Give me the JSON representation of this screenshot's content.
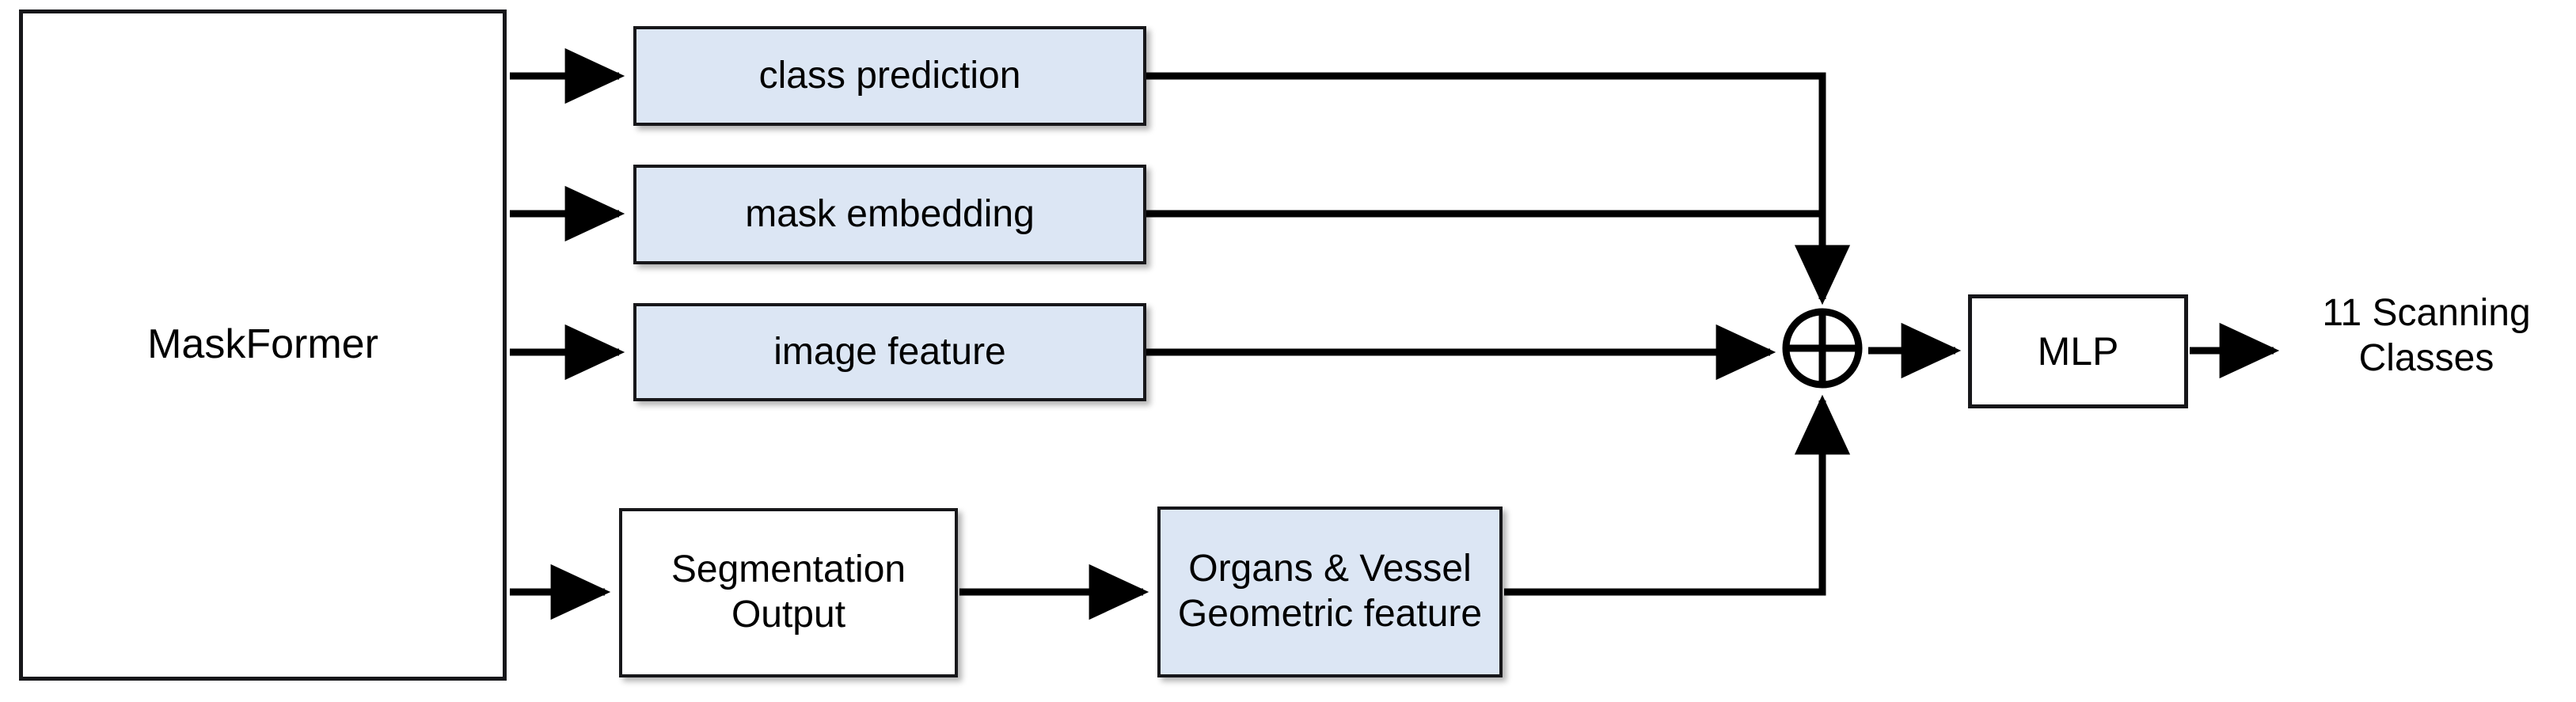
{
  "diagram": {
    "title": "MaskFormer scanning-class prediction pipeline",
    "background_color": "#ffffff",
    "accent_fill": "#dce6f4",
    "stroke_color": "#17171a",
    "nodes": {
      "maskformer": {
        "label": "MaskFormer",
        "fill": "white"
      },
      "class_prediction": {
        "label": "class prediction",
        "fill": "#dce6f4"
      },
      "mask_embedding": {
        "label": "mask embedding",
        "fill": "#dce6f4"
      },
      "image_feature": {
        "label": "image feature",
        "fill": "#dce6f4"
      },
      "segmentation_output": {
        "label": "Segmentation\nOutput",
        "fill": "white"
      },
      "geometric_feature": {
        "label": "Organs & Vessel\nGeometric feature",
        "fill": "#dce6f4"
      },
      "mlp": {
        "label": "MLP",
        "fill": "white"
      },
      "sum_operator": {
        "label": "⊕",
        "name": "element-wise-sum"
      },
      "output_classes": {
        "label": "11 Scanning\nClasses"
      }
    },
    "edges": [
      {
        "from": "maskformer",
        "to": "class_prediction"
      },
      {
        "from": "maskformer",
        "to": "mask_embedding"
      },
      {
        "from": "maskformer",
        "to": "image_feature"
      },
      {
        "from": "maskformer",
        "to": "segmentation_output"
      },
      {
        "from": "class_prediction",
        "to": "sum_operator"
      },
      {
        "from": "mask_embedding",
        "to": "sum_operator"
      },
      {
        "from": "image_feature",
        "to": "sum_operator"
      },
      {
        "from": "segmentation_output",
        "to": "geometric_feature"
      },
      {
        "from": "geometric_feature",
        "to": "sum_operator"
      },
      {
        "from": "sum_operator",
        "to": "mlp"
      },
      {
        "from": "mlp",
        "to": "output_classes"
      }
    ]
  }
}
